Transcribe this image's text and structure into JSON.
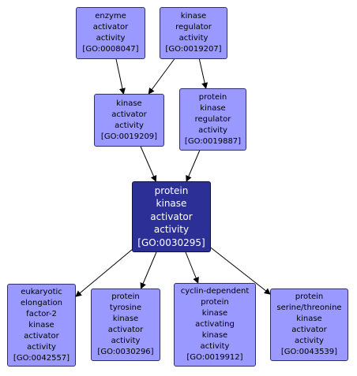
{
  "nodes": [
    {
      "id": "0008047",
      "lines": [
        "enzyme",
        "activator",
        "activity",
        "[GO:0008047]"
      ]
    },
    {
      "id": "0019207",
      "lines": [
        "kinase",
        "regulator",
        "activity",
        "[GO:0019207]"
      ]
    },
    {
      "id": "0019209",
      "lines": [
        "kinase",
        "activator",
        "activity",
        "[GO:0019209]"
      ]
    },
    {
      "id": "0019887",
      "lines": [
        "protein",
        "kinase",
        "regulator",
        "activity",
        "[GO:0019887]"
      ]
    },
    {
      "id": "0030295",
      "lines": [
        "protein",
        "kinase",
        "activator",
        "activity",
        "[GO:0030295]"
      ],
      "focus": true
    },
    {
      "id": "0042557",
      "lines": [
        "eukaryotic",
        "elongation",
        "factor-2",
        "kinase",
        "activator",
        "activity",
        "[GO:0042557]"
      ]
    },
    {
      "id": "0030296",
      "lines": [
        "protein",
        "tyrosine",
        "kinase",
        "activator",
        "activity",
        "[GO:0030296]"
      ]
    },
    {
      "id": "0019912",
      "lines": [
        "cyclin-dependent",
        "protein",
        "kinase",
        "activating",
        "kinase",
        "activity",
        "[GO:0019912]"
      ]
    },
    {
      "id": "0043539",
      "lines": [
        "protein",
        "serine/threonine",
        "kinase",
        "activator",
        "activity",
        "[GO:0043539]"
      ]
    }
  ],
  "edges": [
    {
      "from": "0008047",
      "to": "0019209"
    },
    {
      "from": "0019207",
      "to": "0019209"
    },
    {
      "from": "0019207",
      "to": "0019887"
    },
    {
      "from": "0019209",
      "to": "0030295"
    },
    {
      "from": "0019887",
      "to": "0030295"
    },
    {
      "from": "0030295",
      "to": "0042557"
    },
    {
      "from": "0030295",
      "to": "0030296"
    },
    {
      "from": "0030295",
      "to": "0019912"
    },
    {
      "from": "0030295",
      "to": "0043539"
    }
  ],
  "colors": {
    "node_fill": "#9999ff",
    "focus_fill": "#2b2f96",
    "edge": "#000000"
  }
}
